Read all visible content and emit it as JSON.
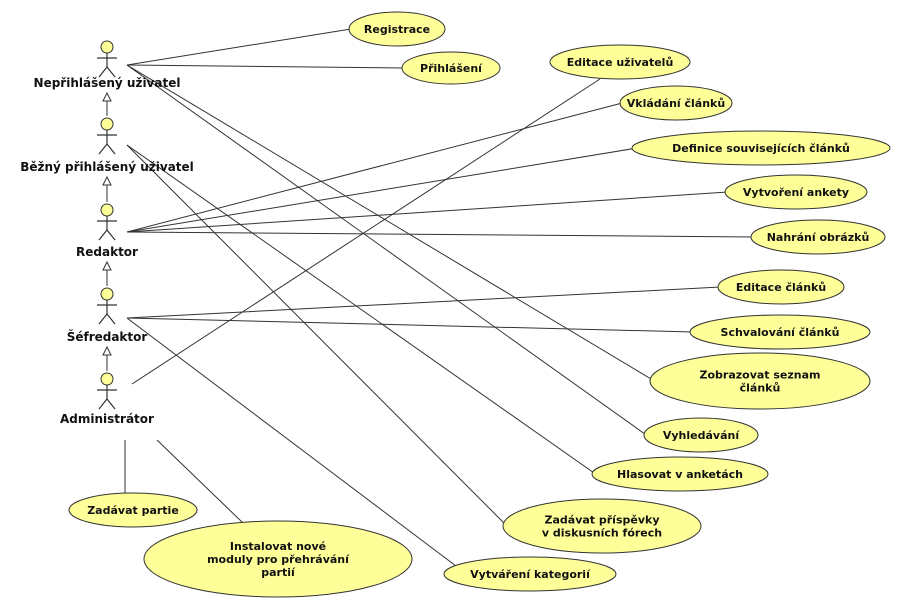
{
  "actors": [
    {
      "id": "neprihlaseny",
      "name": "Nepřihlášený uživatel"
    },
    {
      "id": "bezny",
      "name": "Běžný přihlášený uživatel"
    },
    {
      "id": "redaktor",
      "name": "Redaktor"
    },
    {
      "id": "sefredaktor",
      "name": "Šéfredaktor"
    },
    {
      "id": "administrator",
      "name": "Administrátor"
    }
  ],
  "use_cases": [
    {
      "id": "registrace",
      "lines": [
        "Registrace"
      ]
    },
    {
      "id": "prihlaseni",
      "lines": [
        "Přihlášení"
      ]
    },
    {
      "id": "editace-uzivatelu",
      "lines": [
        "Editace uživatelů"
      ]
    },
    {
      "id": "vkladani-clanku",
      "lines": [
        "Vkládání článků"
      ]
    },
    {
      "id": "definice-souvisejicich",
      "lines": [
        "Definice souvisejících článků"
      ]
    },
    {
      "id": "vytvoreni-ankety",
      "lines": [
        "Vytvoření ankety"
      ]
    },
    {
      "id": "nahrani-obrazku",
      "lines": [
        "Nahrání obrázků"
      ]
    },
    {
      "id": "editace-clanku",
      "lines": [
        "Editace článků"
      ]
    },
    {
      "id": "schvalovani-clanku",
      "lines": [
        "Schvalování článků"
      ]
    },
    {
      "id": "zobrazovat-seznam",
      "lines": [
        "Zobrazovat seznam",
        "článků"
      ]
    },
    {
      "id": "vyhledavani",
      "lines": [
        "Vyhledávání"
      ]
    },
    {
      "id": "hlasovat",
      "lines": [
        "Hlasovat v anketách"
      ]
    },
    {
      "id": "zadavat-prispevky",
      "lines": [
        "Zadávat příspěvky",
        "v diskusních fórech"
      ]
    },
    {
      "id": "vytvareni-kategorii",
      "lines": [
        "Vytváření kategorií"
      ]
    },
    {
      "id": "zadavat-partie",
      "lines": [
        "Zadávat partie"
      ]
    },
    {
      "id": "instalovat-moduly",
      "lines": [
        "Instalovat nové",
        "moduly pro přehrávání",
        "partií"
      ]
    }
  ],
  "associations": [
    [
      "neprihlaseny",
      "registrace"
    ],
    [
      "neprihlaseny",
      "prihlaseni"
    ],
    [
      "neprihlaseny",
      "zobrazovat-seznam"
    ],
    [
      "neprihlaseny",
      "vyhledavani"
    ],
    [
      "bezny",
      "hlasovat"
    ],
    [
      "bezny",
      "zadavat-prispevky"
    ],
    [
      "redaktor",
      "vkladani-clanku"
    ],
    [
      "redaktor",
      "definice-souvisejicich"
    ],
    [
      "redaktor",
      "vytvoreni-ankety"
    ],
    [
      "redaktor",
      "nahrani-obrazku"
    ],
    [
      "sefredaktor",
      "editace-clanku"
    ],
    [
      "sefredaktor",
      "schvalovani-clanku"
    ],
    [
      "sefredaktor",
      "vytvareni-kategorii"
    ],
    [
      "administrator",
      "editace-uzivatelu"
    ],
    [
      "administrator",
      "zadavat-partie"
    ],
    [
      "administrator",
      "instalovat-moduly"
    ]
  ],
  "generalizations": [
    [
      "bezny",
      "neprihlaseny"
    ],
    [
      "redaktor",
      "bezny"
    ],
    [
      "sefredaktor",
      "redaktor"
    ],
    [
      "administrator",
      "sefredaktor"
    ]
  ]
}
